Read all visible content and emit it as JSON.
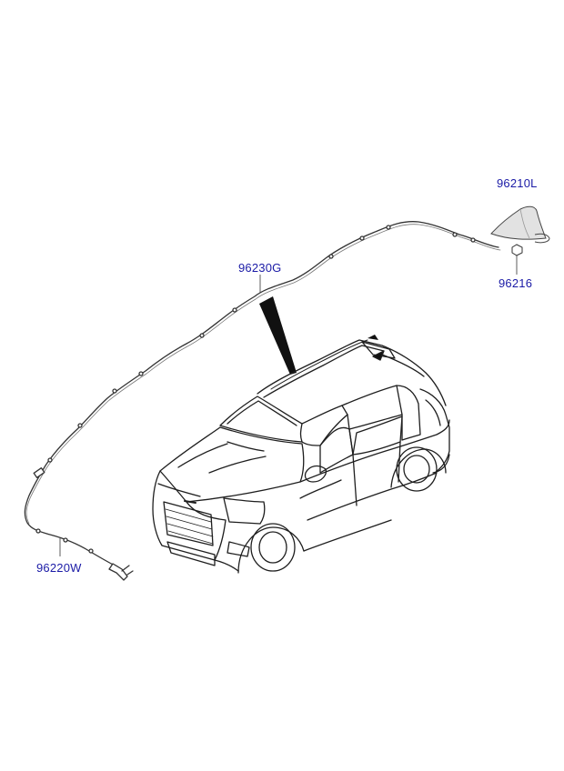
{
  "parts": {
    "roof_antenna": {
      "code": "96210L"
    },
    "antenna_nut": {
      "code": "96216"
    },
    "feeder_cable": {
      "code": "96230G"
    },
    "extension_cable": {
      "code": "96220W"
    }
  },
  "colors": {
    "label": "#1a1aa6",
    "line": "#222222",
    "antenna_fill": "#e2e2e2"
  }
}
